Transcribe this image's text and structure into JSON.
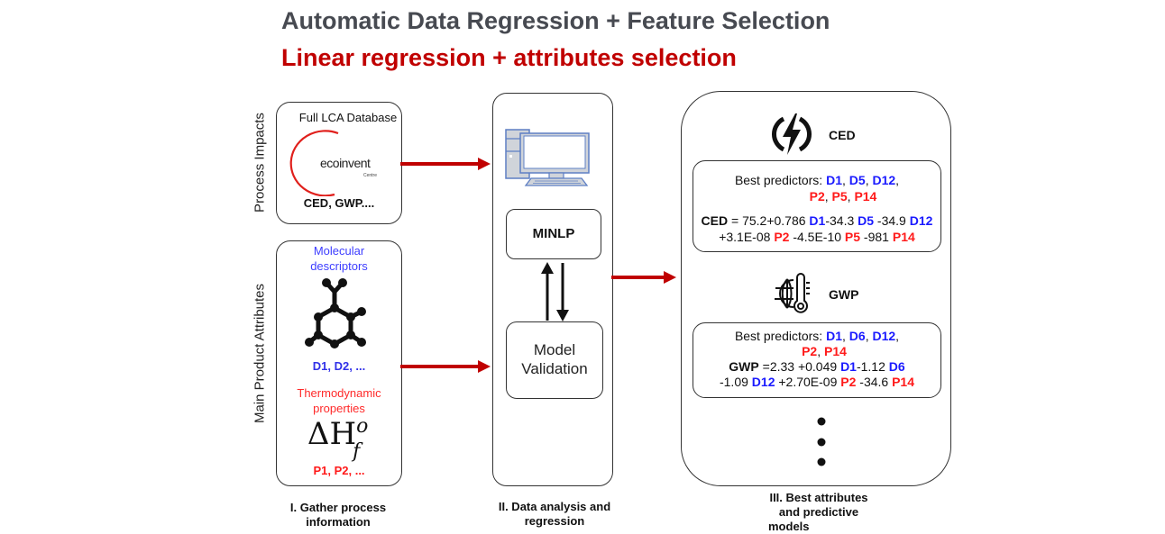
{
  "titles": {
    "main": "Automatic Data Regression + Feature Selection",
    "sub": "Linear regression + attributes selection"
  },
  "colors": {
    "title_gray": "#474a51",
    "accent_red": "#c00000",
    "descriptor_blue": "#1a1aff",
    "property_red": "#ff1a1a",
    "arrow_red": "#c00000"
  },
  "stage1": {
    "side_label_top": "Process Impacts",
    "side_label_bottom": "Main Product Attributes",
    "database": {
      "title": "Full LCA Database",
      "logo_text": "ecoinvent",
      "logo_sub": "Centre",
      "impacts": "CED, GWP...."
    },
    "attributes": {
      "descriptors_title": "Molecular descriptors",
      "descriptors_title_l1": "Molecular",
      "descriptors_title_l2": "descriptors",
      "descriptors": "D1, D2, ...",
      "properties_title_l1": "Thermodynamic",
      "properties_title_l2": "properties",
      "formula_symbol": "ΔH",
      "formula_sup": "o",
      "formula_sub": "f",
      "properties": "P1, P2, ..."
    },
    "caption_l1": "I. Gather process",
    "caption_l2": "information"
  },
  "stage2": {
    "icon": "computer-icon",
    "minlp": "MINLP",
    "validation_l1": "Model",
    "validation_l2": "Validation",
    "caption_l1": "II. Data analysis and",
    "caption_l2": "regression"
  },
  "stage3": {
    "ced": {
      "icon": "lightning-bolt-icon",
      "label": "CED",
      "predictors_prefix": "Best predictors: ",
      "predictors_d": [
        "D1",
        "D5",
        "D12"
      ],
      "predictors_p": [
        "P2",
        "P5",
        "P14"
      ],
      "eq_name": "CED",
      "eq": {
        "t0": " = 75.2+0.786 ",
        "v1": "D1",
        "t1": "-34.3 ",
        "v2": "D5",
        "t2": " -34.9 ",
        "v3": "D12",
        "t3": "+3.1E-08 ",
        "v4": "P2",
        "t4": " -4.5E-10 ",
        "v5": "P5",
        "t5": " -981 ",
        "v6": "P14"
      }
    },
    "gwp": {
      "icon": "globe-thermometer-icon",
      "label": "GWP",
      "predictors_prefix": "Best predictors: ",
      "predictors_d": [
        "D1",
        "D6",
        "D12"
      ],
      "predictors_p": [
        "P2",
        "P14"
      ],
      "eq_name": "GWP",
      "eq": {
        "t0": " =2.33 +0.049 ",
        "v1": "D1",
        "t1": "-1.12 ",
        "v2": "D6",
        "t2": "-1.09 ",
        "v3": "D12",
        "t3": " +2.70E-09 ",
        "v4": "P2",
        "t4": " -34.6 ",
        "v5": "P14"
      }
    },
    "ellipsis": "⋮",
    "caption_l1": "III. Best attributes",
    "caption_l2": "and predictive",
    "caption_l3": "models"
  }
}
